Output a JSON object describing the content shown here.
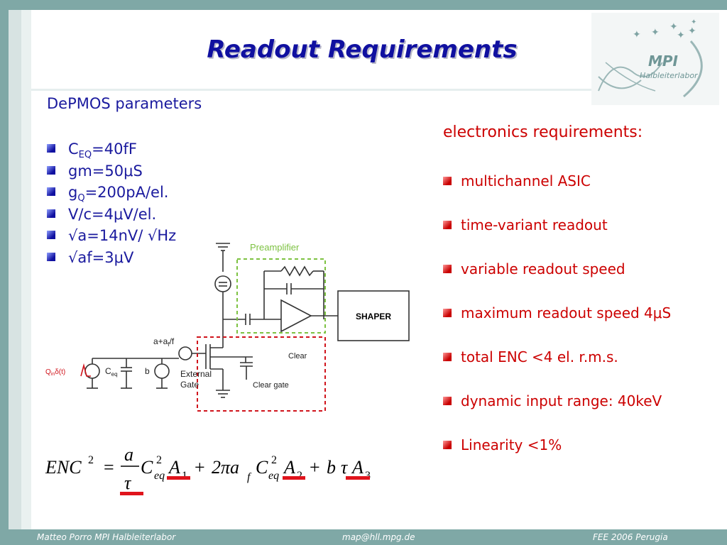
{
  "slide": {
    "title": "Readout Requirements",
    "logo": {
      "name": "MPI",
      "subtitle": "Halbleiterlabor"
    },
    "left": {
      "heading": "DePMOS parameters",
      "params": [
        {
          "main": "C",
          "sub": "EQ",
          "rest": "=40fF"
        },
        {
          "main": "gm=50μS",
          "sub": "",
          "rest": ""
        },
        {
          "main": "g",
          "sub": "Q",
          "rest": "=200pA/el."
        },
        {
          "main": "V/c=4μV/el.",
          "sub": "",
          "rest": ""
        },
        {
          "main": "√a=14nV/ √Hz",
          "sub": "",
          "rest": ""
        },
        {
          "main": "√af=3μV",
          "sub": "",
          "rest": ""
        }
      ]
    },
    "right": {
      "heading": "electronics requirements:",
      "items": [
        "multichannel ASIC",
        "time-variant readout",
        "variable readout speed",
        "maximum readout speed 4μS",
        "total ENC <4 el. r.m.s.",
        "dynamic input range: 40keV",
        "Linearity <1%"
      ]
    },
    "circuit": {
      "preamplifier": "Preamplifier",
      "shaper": "SHAPER",
      "noise_label": "a+a",
      "noise_sub": "f",
      "noise_suffix": "/f",
      "input_label": "Q",
      "input_sub": "in",
      "input_suffix": "δ(t)",
      "cap_label": "C",
      "cap_sub": "eq",
      "b_label": "b",
      "clear": "Clear",
      "clear_gate": "Clear gate",
      "external": "External",
      "gate": "Gate"
    },
    "equation": {
      "lhs": "ENC",
      "sq": "2",
      "eqsign": "=",
      "num": "a",
      "den": "τ",
      "c": "C",
      "eq_sub": "eq",
      "a1": "A",
      "i1": "1",
      "plus": "+",
      "twopi": "2πa",
      "f_sub": "f",
      "a2": "A",
      "i2": "2",
      "b": "b",
      "tau": "τ",
      "a3": "A",
      "i3": "3"
    }
  },
  "footer": {
    "left": "Matteo Porro  MPI Halbleiterlabor",
    "center": "map@hll.mpg.de",
    "right": "FEE 2006 Perugia"
  },
  "colors": {
    "title": "#1010a0",
    "left_text": "#1a1a9e",
    "right_text": "#cc0000",
    "frame": "#7fa8a6",
    "preamp_box": "#7dc242",
    "dashed_red": "#d0141c"
  }
}
